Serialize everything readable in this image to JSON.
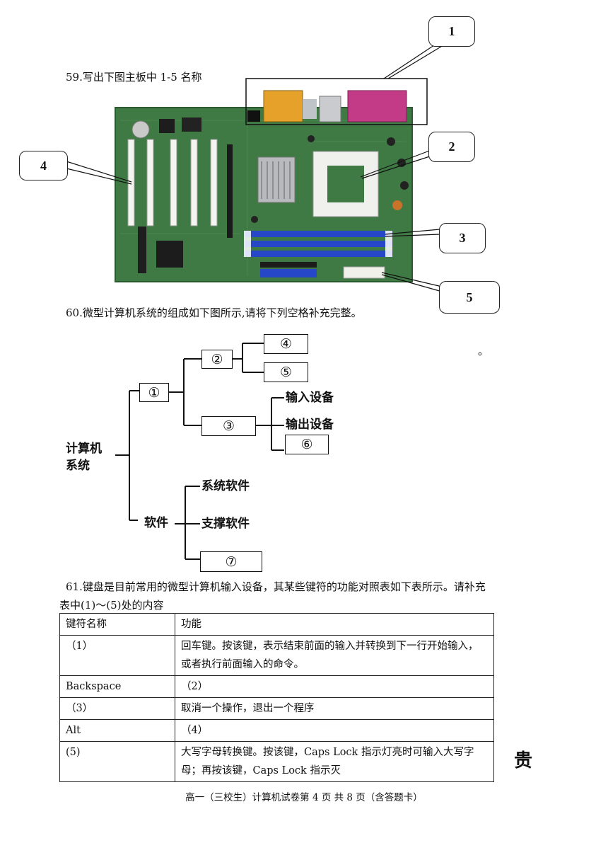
{
  "q59": {
    "title": "59.写出下图主板中 1-5 名称",
    "callouts": [
      "1",
      "2",
      "3",
      "4",
      "5"
    ]
  },
  "q60": {
    "title": "60.微型计算机系统的组成如下图所示,请将下列空格补充完整。",
    "dot": "。",
    "root": "计算机系统",
    "root_line1": "计算机",
    "root_line2": "系统",
    "blanks": [
      "①",
      "②",
      "③",
      "④",
      "⑤",
      "⑥",
      "⑦"
    ],
    "input_devices": "输入设备",
    "output_devices": "输出设备",
    "software": "软件",
    "system_software": "系统软件",
    "support_software": "支撑软件"
  },
  "q61": {
    "title_line1": "61.键盘是目前常用的微型计算机输入设备，其某些键符的功能对照表如下表所示。请补充",
    "title_line2": "表中(1)～(5)处的内容",
    "headers": [
      "键符名称",
      "功能"
    ],
    "rows": [
      {
        "key": "（1）",
        "func": "回车键。按该键，表示结束前面的输入并转换到下一行开始输入，或者执行前面输入的命令。"
      },
      {
        "key": "Backspace",
        "func": "（2）"
      },
      {
        "key": "（3）",
        "func": "取消一个操作，退出一个程序"
      },
      {
        "key": "Alt",
        "func": "（4）"
      },
      {
        "key": "(5)",
        "func": "大写字母转换键。按该键，Caps Lock 指示灯亮时可输入大写字母；再按该键，Caps Lock 指示灭"
      }
    ]
  },
  "side_char": "贵",
  "footer": "高一（三校生）计算机试卷第  4  页  共  8 页（含答题卡）"
}
